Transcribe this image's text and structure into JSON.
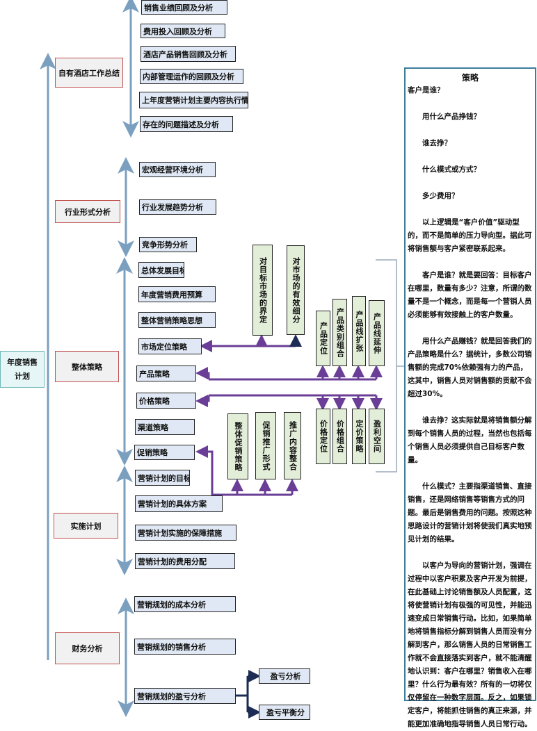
{
  "root": "年度销售计划",
  "categories": [
    "自有酒店工作总结",
    "行业形式分析",
    "整体策略",
    "实施计划",
    "财务分析"
  ],
  "group1": [
    "销售业绩回顾及分析",
    "费用投入回顾及分析",
    "酒店产品销售回顾及分析",
    "内部管理运作的回顾及分析",
    "上年度营销计划主要内容执行情况",
    "存在的问题描述及分析"
  ],
  "group2": [
    "宏观经营环境分析",
    "行业发展趋势分析",
    "竞争形势分析"
  ],
  "group3": [
    "总体发展目标",
    "年度营销费用预算",
    "整体营销策略思想",
    "市场定位策略",
    "产品策略",
    "价格策略",
    "渠道策略",
    "促销策略"
  ],
  "group4": [
    "营销计划的目标",
    "营销计划的具体方案",
    "营销计划实施的保障措施",
    "营销计划的费用分配"
  ],
  "group5": [
    "营销规划的成本分析",
    "营销规划的销售分析",
    "营销规划的盈亏分析"
  ],
  "profit": [
    "盈亏分析",
    "盈亏平衡分"
  ],
  "market": [
    "对目标市场的界定",
    "对市场的有效细分"
  ],
  "product": [
    "产品定位",
    "产品类别组合",
    "产品线扩张",
    "产品线延伸"
  ],
  "price": [
    "价格定位",
    "价格组合",
    "定价策略",
    "盈利空间"
  ],
  "promo": [
    "整体促销策略",
    "促销推广形式",
    "推广内容整合"
  ],
  "panel": {
    "title": "策略",
    "questions": [
      "客户是谁？",
      "用什么产品挣钱？",
      "谁去挣？",
      "什么模式或方式？",
      "多少费用？"
    ],
    "paragraphs": [
      "以上逻辑是“客户价值”驱动型的，而不是简单的压力导向型。据此可将销售额与客户紧密联系起来。",
      "客户是谁？就是要回答：目标客户在哪里，数量有多少？注意，所谓的数量不是一个概念，而是每一个营销人员必须能够有效接触上的客户数量。",
      "用什么产品赚钱？就是回答我们的产品策略是什么？据统计，多数公司销售额的完成70%依赖强有力的产品，这其中，销售人员对销售额的贡献不会超过30%。",
      "谁去挣？这实际就是将销售额分解到每个销售人员的过程，当然也包括每个销售人员必须提供自己目标客户数量。",
      "什么模式？主要指渠道销售、直接销售，还是网络销售等销售方式的问题。最后是销售费用的问题。按照这种思路设计的营销计划将使我们真实地预见计划的结果。",
      "以客户为导向的营销计划，强调在过程中以客户积累及客户开发为前提，在此基础上讨论销售额及人员配置，这将使营销计划有极强的可见性，并能迅速变成日常销售行动。比如，如果简单地将销售指标分解到销售人员而没有分解到客户，那么销售人员的日常销售工作就不会直接落实到客户，就不能清醒地认识到：客户在哪里？销售收入在哪里？什么行为最有效？所有的一切将仅仅停留在一种数字层面。反之，如果锁定客户，将能抓住销售的真正来源，并能更加准确地指导销售人员日常行动。"
    ]
  },
  "colors": {
    "blue_arrow": "#7b9fbf",
    "purple": "#6a3d96",
    "navy": "#1c2c54",
    "cat_border": "#c0504d",
    "panel_border": "#3d7d9c"
  }
}
